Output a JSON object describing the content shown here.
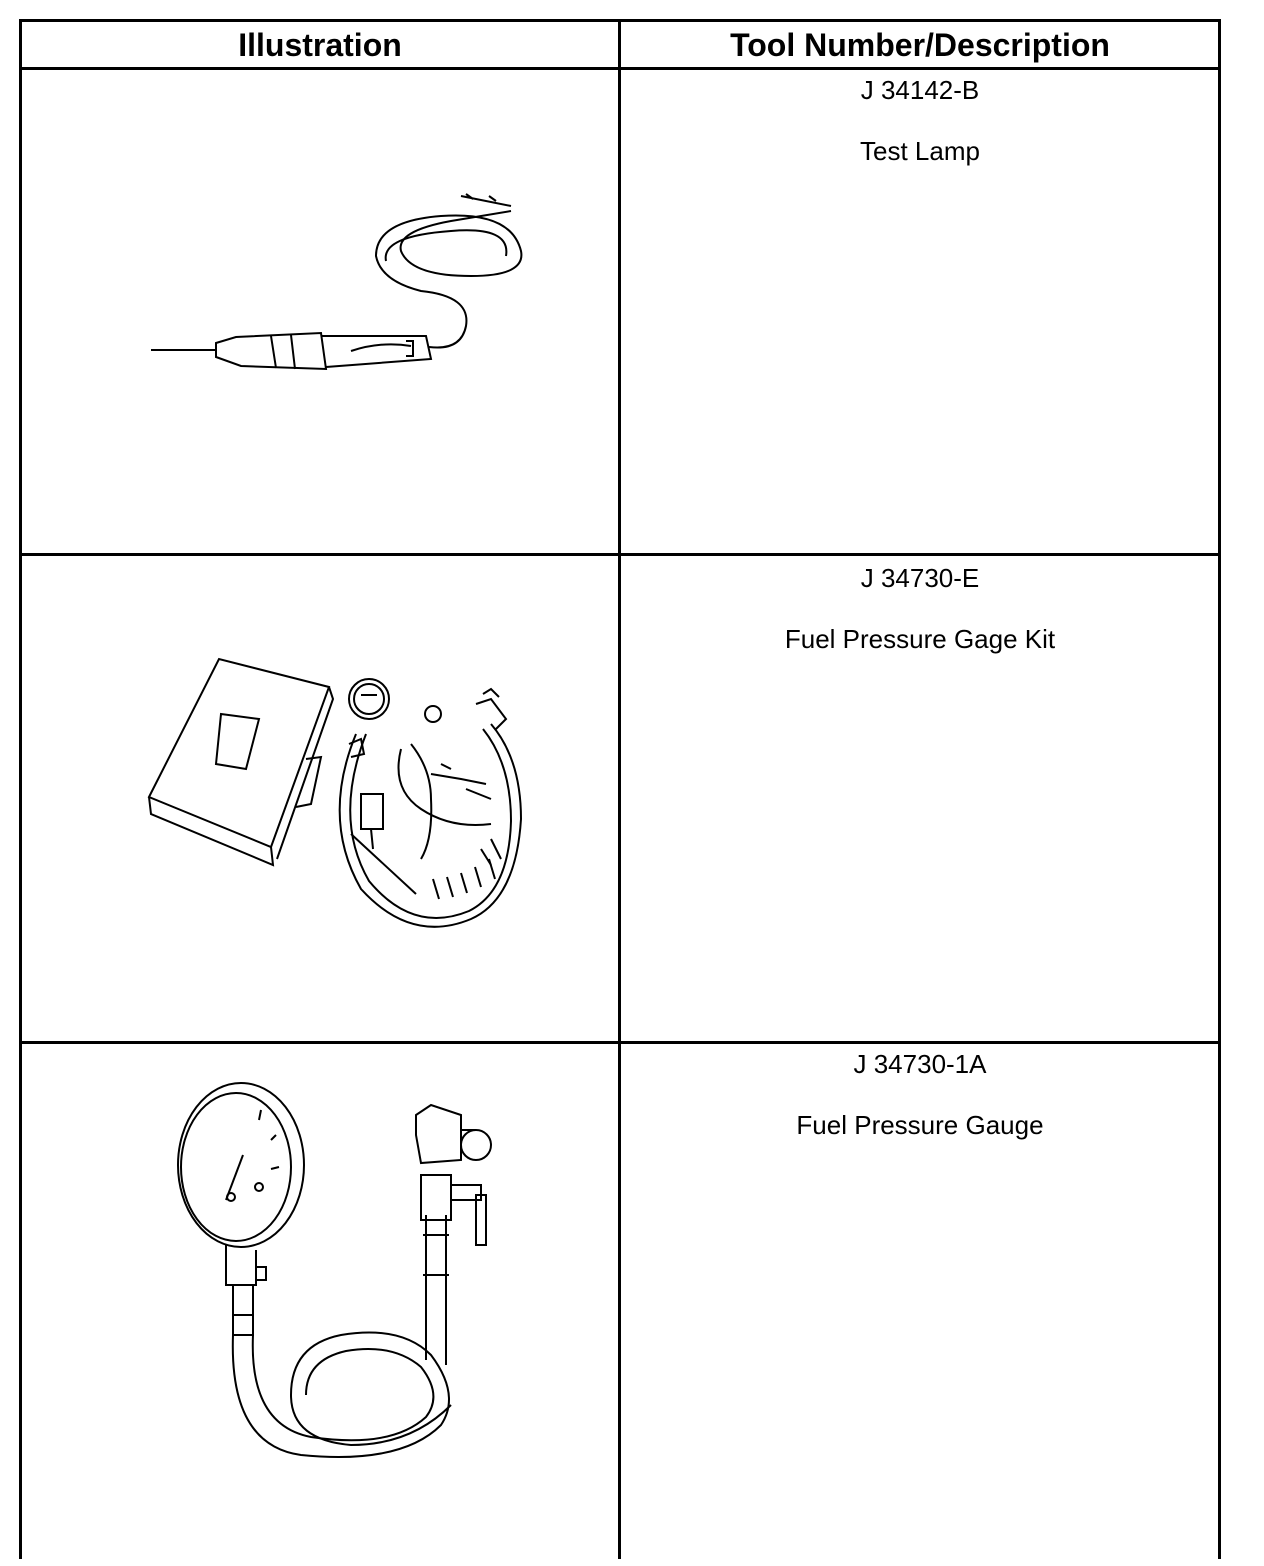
{
  "table": {
    "headers": {
      "illustration": "Illustration",
      "description": "Tool Number/Description"
    },
    "rows": [
      {
        "tool_number": "J 34142-B",
        "description": "Test Lamp",
        "icon": "test-lamp-illustration"
      },
      {
        "tool_number": "J 34730-E",
        "description": "Fuel Pressure Gage Kit",
        "icon": "fuel-pressure-gage-kit-illustration"
      },
      {
        "tool_number": "J 34730-1A",
        "description": "Fuel Pressure Gauge",
        "icon": "fuel-pressure-gauge-illustration"
      }
    ]
  }
}
